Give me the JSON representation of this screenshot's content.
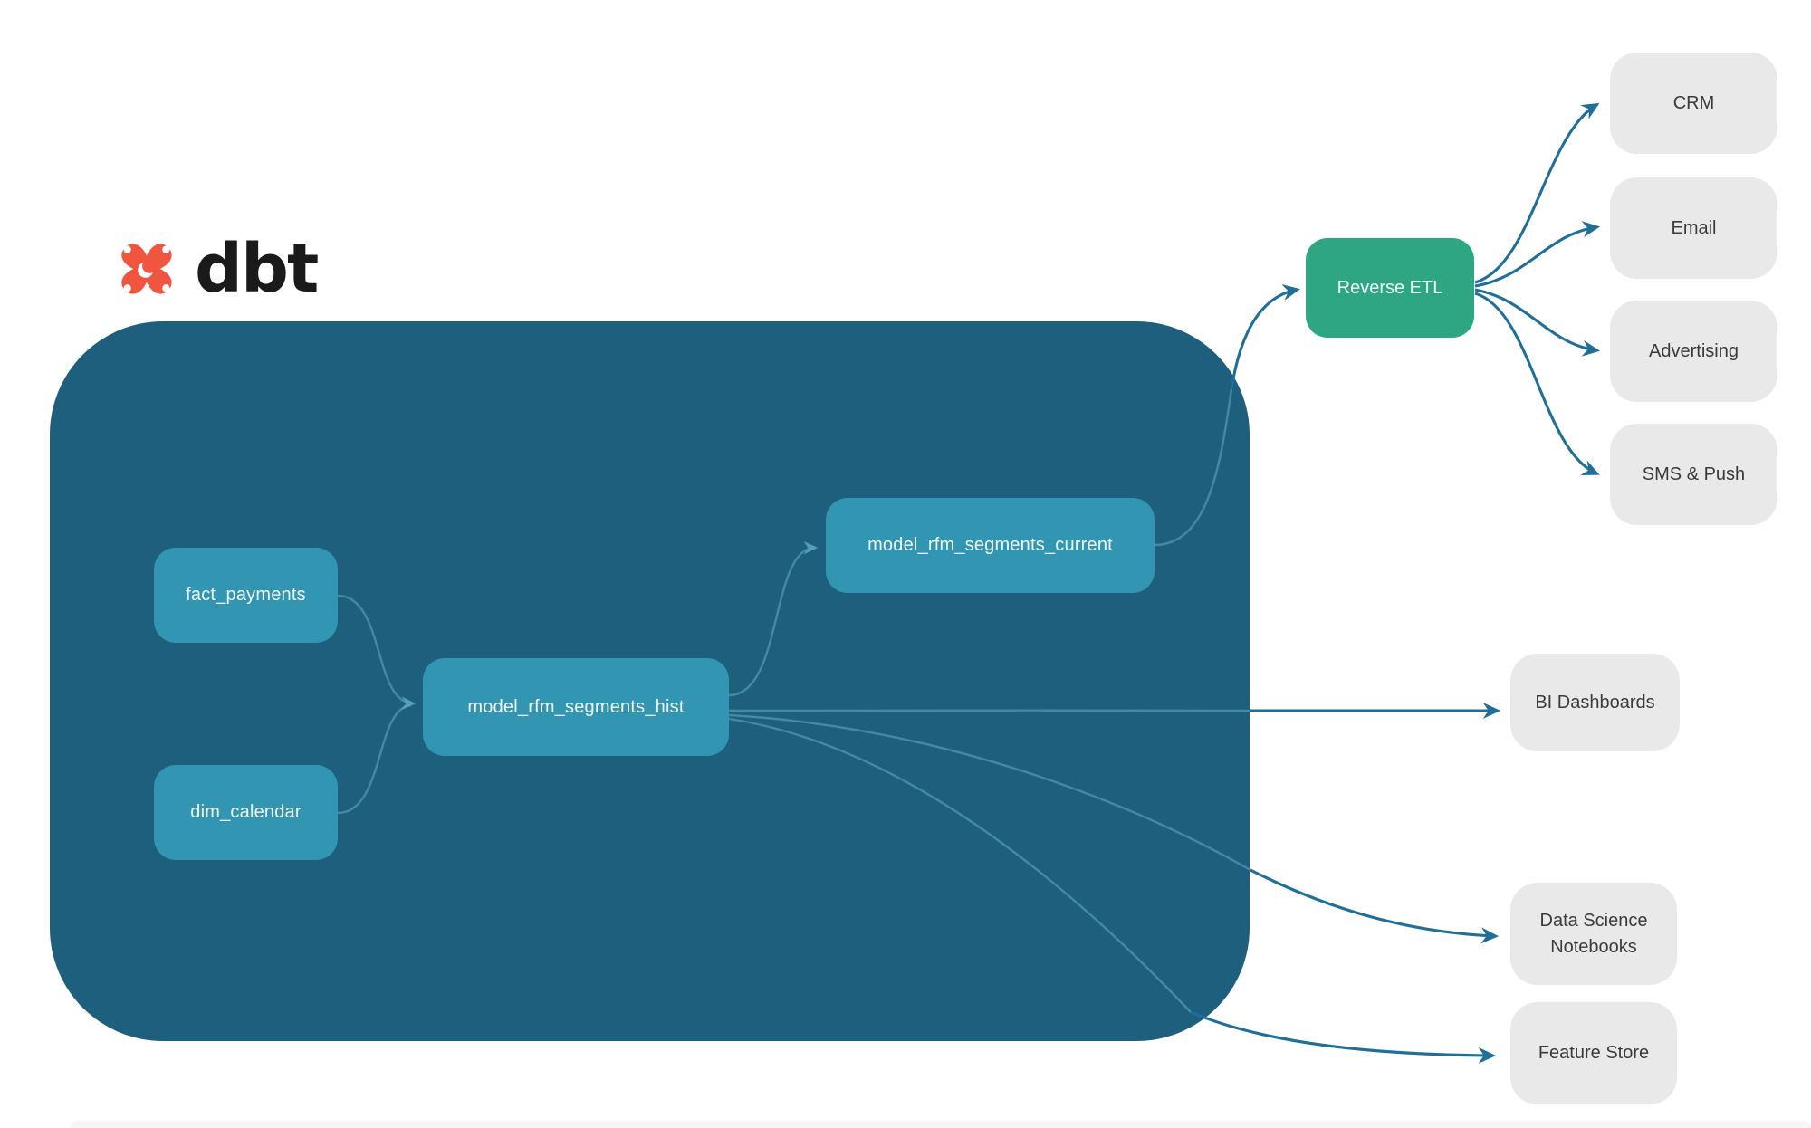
{
  "brand": {
    "name": "dbt"
  },
  "colors": {
    "page_bg": "#ffffff",
    "container_bg": "#1e5f7e",
    "model_node_bg": "#3295b1",
    "model_node_text": "#f0f9fc",
    "etl_node_bg": "#2ea583",
    "etl_node_text": "#eefaf6",
    "dest_node_bg": "#e9e9e9",
    "dest_node_text": "#3b3b3b",
    "edge_inside": "#5ba7c0",
    "edge_outside": "#1f6f99",
    "brand_orange": "#f0563f",
    "brand_text": "#1a1a1a",
    "footer_bar": "#f6f6f6"
  },
  "nodes": {
    "fact_payments": {
      "label": "fact_payments"
    },
    "dim_calendar": {
      "label": "dim_calendar"
    },
    "model_rfm_segments_hist": {
      "label": "model_rfm_segments_hist"
    },
    "model_rfm_segments_current": {
      "label": "model_rfm_segments_current"
    },
    "reverse_etl": {
      "label": "Reverse ETL"
    },
    "crm": {
      "label": "CRM"
    },
    "email": {
      "label": "Email"
    },
    "advertising": {
      "label": "Advertising"
    },
    "sms_push": {
      "label": "SMS & Push"
    },
    "bi_dashboards": {
      "label": "BI Dashboards"
    },
    "data_science_notebooks": {
      "label": "Data Science Notebooks"
    },
    "feature_store": {
      "label": "Feature Store"
    }
  },
  "edges": [
    {
      "from": "fact_payments",
      "to": "model_rfm_segments_hist"
    },
    {
      "from": "dim_calendar",
      "to": "model_rfm_segments_hist"
    },
    {
      "from": "model_rfm_segments_hist",
      "to": "model_rfm_segments_current"
    },
    {
      "from": "model_rfm_segments_current",
      "to": "reverse_etl"
    },
    {
      "from": "reverse_etl",
      "to": "crm"
    },
    {
      "from": "reverse_etl",
      "to": "email"
    },
    {
      "from": "reverse_etl",
      "to": "advertising"
    },
    {
      "from": "reverse_etl",
      "to": "sms_push"
    },
    {
      "from": "model_rfm_segments_hist",
      "to": "bi_dashboards"
    },
    {
      "from": "model_rfm_segments_hist",
      "to": "data_science_notebooks"
    },
    {
      "from": "model_rfm_segments_hist",
      "to": "feature_store"
    }
  ]
}
